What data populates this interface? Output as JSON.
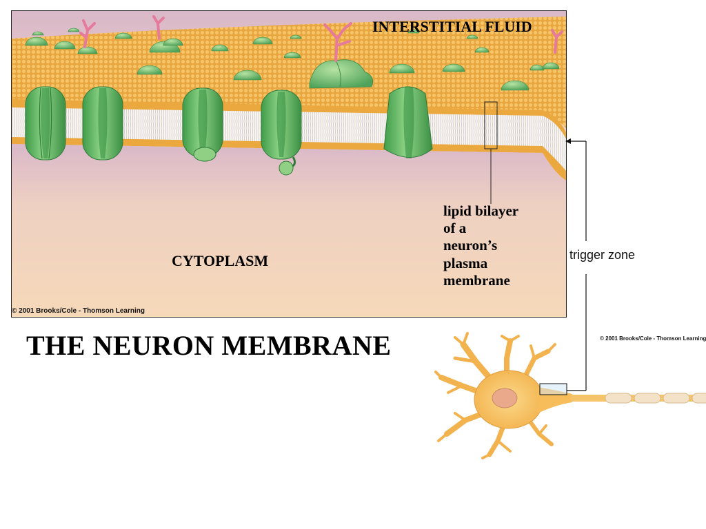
{
  "panel": {
    "fluid_label": "INTERSTITIAL FLUID",
    "cytoplasm_label": "CYTOPLASM",
    "bilayer_label": [
      "lipid bilayer",
      "of a",
      "neuron’s",
      "plasma",
      "membrane"
    ],
    "copyright": "© 2001 Brooks/Cole - Thomson Learning"
  },
  "title": "THE NEURON MEMBRANE",
  "trigger_label": "trigger zone",
  "neuron_copyright": "© 2001 Brooks/Cole - Thomson Learning",
  "colors": {
    "membrane_surface": "#f2b24a",
    "cytoplasm": "#f3d3b8",
    "channel_green": "#6ec46a",
    "glycoprotein": "#e6799b",
    "neuron_body": "#f7c15a"
  }
}
